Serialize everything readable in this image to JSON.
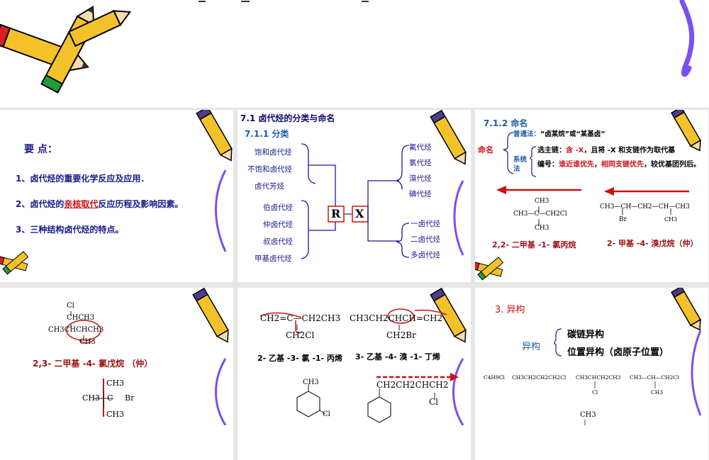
{
  "colors": {
    "blue": "#1a1a8c",
    "red": "#cc1111",
    "darkred": "#a01010",
    "purple": "#6a3fd8",
    "pencil": "#f3c22a"
  },
  "s1": {
    "heading": "要  点：",
    "points": [
      {
        "num": "1、",
        "text": "卤代烃的重要化学反应及应用．"
      },
      {
        "num": "2、",
        "pre": "卤代烃的",
        "red": "亲核取代",
        "post": "反应历程及影响因素。"
      },
      {
        "num": "3、",
        "text": "三种结构卤代烃的特点。"
      }
    ]
  },
  "s2": {
    "title": "7.1    卤代烃的分类与命名",
    "subtitle": "7.1.1    分类",
    "left_group1": [
      "饱和卤代烃",
      "不饱和卤代烃",
      "卤代芳烃"
    ],
    "left_group2": [
      "伯卤代烃",
      "仲卤代烃",
      "叔卤代烃",
      "甲基卤代烃"
    ],
    "r": "R",
    "x": "X",
    "right_group1": [
      "氟代烃",
      "氯代烃",
      "溴代烃",
      "碘代烃"
    ],
    "right_group2": [
      "一卤代烃",
      "二卤代烃",
      "多卤代烃"
    ]
  },
  "s3": {
    "title": "7.1.2    命名",
    "naming": "命名",
    "common_label": "普通法：",
    "common_text": "“卤某烷”或“某基卤”",
    "system_label": "系统法",
    "main_chain": "选主链：",
    "main_chain_red": "含 -X",
    "main_chain_rest": "，且将 -X 和支链作为取代基",
    "numbering": "编号：",
    "num_red1": "谁近谁优先",
    "num_sep": "，",
    "num_red2": "相同支链优先",
    "num_rest": "，较优基团列后。",
    "struct1": {
      "top": "CH3",
      "mid": "CH3—C—CH2Cl",
      "bot": "CH3"
    },
    "struct2": {
      "main": "CH3—CH—CH2—CH—CH3",
      "sub1": "Br",
      "sub2": "CH3"
    },
    "name1": "2,2- 二甲基 -1- 氯丙烷",
    "name2": "2- 甲基 -4- 溴戊烷（仲）"
  },
  "s4": {
    "struct": [
      "Cl",
      "CHCH3",
      "CH3CHCHCH3",
      "CH3"
    ],
    "name": "2,3- 二甲基 -4-   氯戊烷 （仲）",
    "bottom": {
      "top": "CH3",
      "mid_left": "CH3",
      "mid_c": "C",
      "mid_right": "Br",
      "bot": "CH3"
    }
  },
  "s5": {
    "struct1": {
      "main": "CH2=C—CH2CH3",
      "sub": "CH2Cl"
    },
    "struct2": {
      "main": "CH3CH2CHCH=CH2",
      "sub": "CH2Br"
    },
    "name1": "2- 乙基 -3- 氯 -1- 丙烯",
    "name2": "3- 乙基 -4- 溴 -1- 丁烯",
    "benz1": {
      "top": "CH3",
      "side": "Cl"
    },
    "benz2": {
      "chain": "CH2CH2CHCH2",
      "sub": "Cl"
    }
  },
  "s6": {
    "title": "3. 异构",
    "label": "异构",
    "item1": "碳链异构",
    "item2": "位置异构（卤原子位置）",
    "formulas": [
      "C4H9Cl",
      "CH3CH2CH2CH2Cl",
      "CH3CHCH2CH3",
      "CH3—CH—CH2Cl"
    ],
    "subs": [
      "Cl",
      "CH3"
    ],
    "bottom": "CH3"
  }
}
